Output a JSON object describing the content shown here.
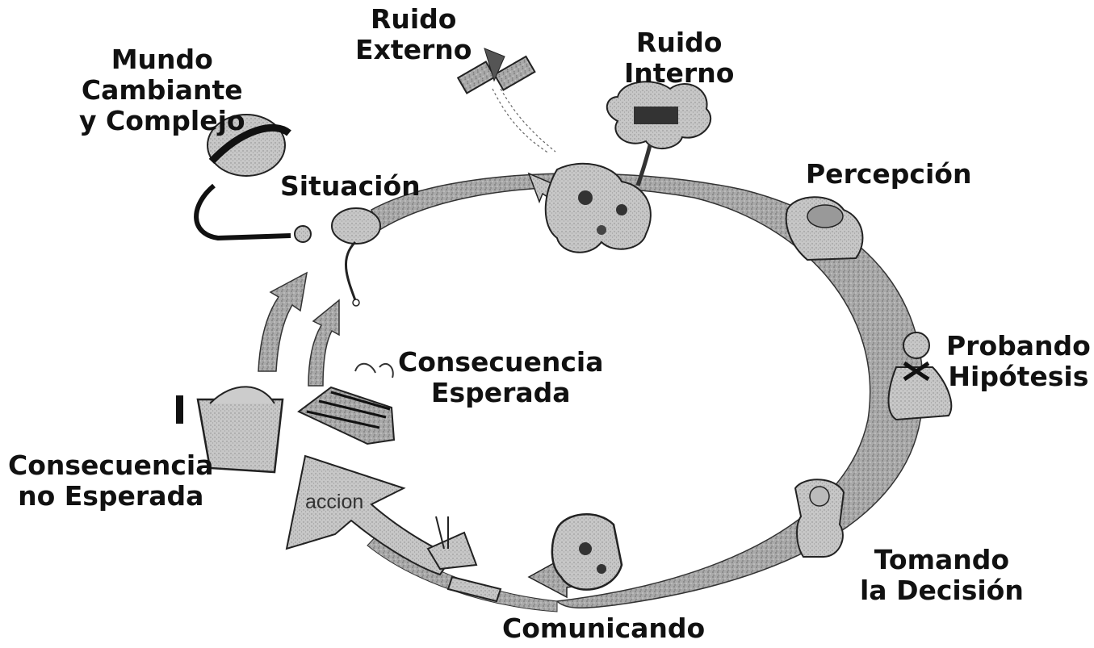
{
  "labels": {
    "mundo": [
      "Mundo",
      "Cambiante",
      "y Complejo"
    ],
    "ruido_externo": [
      "Ruido",
      "Externo"
    ],
    "ruido_interno": [
      "Ruido",
      "Interno"
    ],
    "situacion": "Situación",
    "percepcion": "Percepción",
    "probando": [
      "Probando",
      "Hipótesis"
    ],
    "tomando": [
      "Tomando",
      "la Decisión"
    ],
    "comunicando": "Comunicando",
    "consecuencia_esperada": [
      "Consecuencia",
      "Esperada"
    ],
    "consecuencia_no_esperada": [
      "Consecuencia",
      "no Esperada"
    ],
    "accion": "accion"
  },
  "icons": [
    "globe-icon",
    "satellite-icon",
    "thought-cloud-icon",
    "brain-icon",
    "person-thinking-icon",
    "person-deciding-icon",
    "speaker-icon",
    "megaphone-icon",
    "keyboard-icon",
    "box-icon"
  ],
  "colors": {
    "ink": "#111111",
    "fill": "#a6a6a6",
    "ring": "#8c8c8c"
  }
}
